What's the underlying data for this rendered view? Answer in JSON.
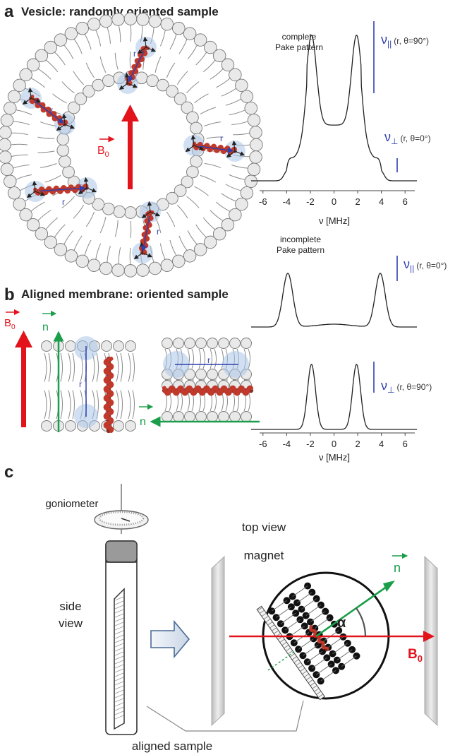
{
  "panel_a": {
    "letter": "a",
    "title": "Vesicle: randomly oriented sample",
    "field_label": "B",
    "field_sub": "0",
    "vector_label": "r",
    "spectrum": {
      "caption_line1": "complete",
      "caption_line2": "Pake pattern",
      "par_label": "ν",
      "par_sub": "||",
      "par_args": "(r, θ=90°)",
      "perp_label": "ν",
      "perp_sub": "⊥",
      "perp_args": "(r, θ=0°)",
      "xlabel": "ν [MHz]",
      "ticks": [
        "-6",
        "-4",
        "-2",
        "0",
        "2",
        "4",
        "6"
      ]
    }
  },
  "panel_b": {
    "letter": "b",
    "title": "Aligned membrane: oriented sample",
    "field_label": "B",
    "field_sub": "0",
    "normal_label": "n",
    "vector_label": "r",
    "spectrum": {
      "caption_line1": "incomplete",
      "caption_line2": "Pake pattern",
      "top_label": "ν",
      "top_sub": "||",
      "top_args": "(r, θ=0°)",
      "bottom_label": "ν",
      "bottom_sub": "⊥",
      "bottom_args": "(r, θ=90°)",
      "xlabel": "ν [MHz]",
      "ticks": [
        "-6",
        "-4",
        "-2",
        "0",
        "2",
        "4",
        "6"
      ]
    }
  },
  "panel_c": {
    "letter": "c",
    "goniometer": "goniometer",
    "top_view": "top view",
    "magnet": "magnet",
    "side_view_1": "side",
    "side_view_2": "view",
    "normal_label": "n",
    "angle_label": "α",
    "field_label": "B",
    "field_sub": "0",
    "aligned_sample": "aligned sample"
  },
  "colors": {
    "helix": "#c0392b",
    "field": "#e3131b",
    "normal": "#1a9e4a",
    "vector": "#2f3fb0",
    "lipid_head": "#e9e9e9",
    "glow": "#a9c6e8"
  }
}
